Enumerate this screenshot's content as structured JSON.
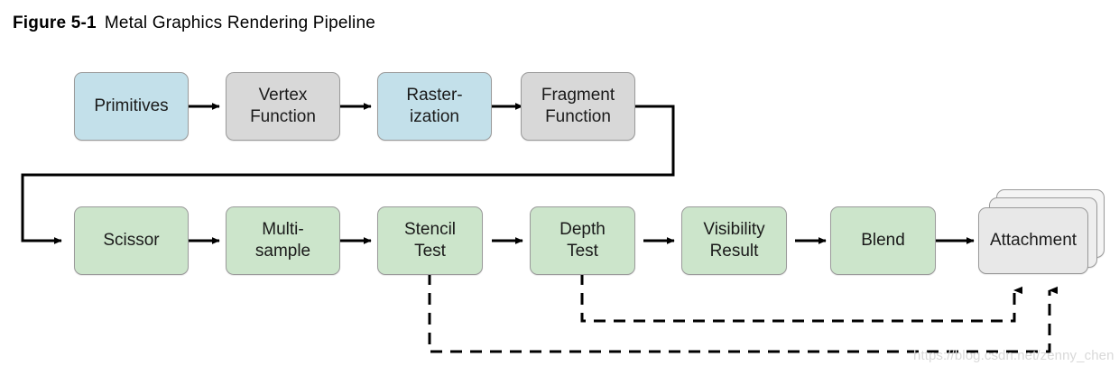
{
  "figure": {
    "label": "Figure 5-1",
    "title": "Metal Graphics Rendering Pipeline"
  },
  "watermark": "https://blog.csdn.net/zenny_chen",
  "colors": {
    "blue": "#c3e0ea",
    "gray": "#d8d8d8",
    "green": "#cce5cb",
    "attachment": "#e8e8e8",
    "stroke": "#9a9a9a",
    "line": "#000000",
    "text": "#1a1a1a",
    "watermark": "#d9d9d9"
  },
  "stages": {
    "top_row": [
      {
        "name": "primitives",
        "label": "Primitives",
        "fill": "blue"
      },
      {
        "name": "vertex-function",
        "label": "Vertex\nFunction",
        "fill": "gray"
      },
      {
        "name": "rasterization",
        "label": "Raster-\nization",
        "fill": "blue"
      },
      {
        "name": "fragment-function",
        "label": "Fragment\nFunction",
        "fill": "gray"
      }
    ],
    "bottom_row": [
      {
        "name": "scissor",
        "label": "Scissor",
        "fill": "green"
      },
      {
        "name": "multisample",
        "label": "Multi-\nsample",
        "fill": "green"
      },
      {
        "name": "stencil-test",
        "label": "Stencil\nTest",
        "fill": "green"
      },
      {
        "name": "depth-test",
        "label": "Depth\nTest",
        "fill": "green"
      },
      {
        "name": "visibility-result",
        "label": "Visibility\nResult",
        "fill": "green"
      },
      {
        "name": "blend",
        "label": "Blend",
        "fill": "green"
      },
      {
        "name": "attachment",
        "label": "Attachment",
        "fill": "attachment"
      }
    ]
  },
  "flow": {
    "solid_arrows": [
      "primitives-to-vertex-function",
      "vertex-function-to-rasterization",
      "rasterization-to-fragment-function",
      "fragment-function-to-scissor",
      "scissor-to-multisample",
      "multisample-to-stencil-test",
      "stencil-test-to-depth-test",
      "depth-test-to-visibility-result",
      "visibility-result-to-blend",
      "blend-to-attachment"
    ],
    "dashed_arrows": [
      "stencil-test-to-attachment",
      "depth-test-to-attachment"
    ]
  }
}
